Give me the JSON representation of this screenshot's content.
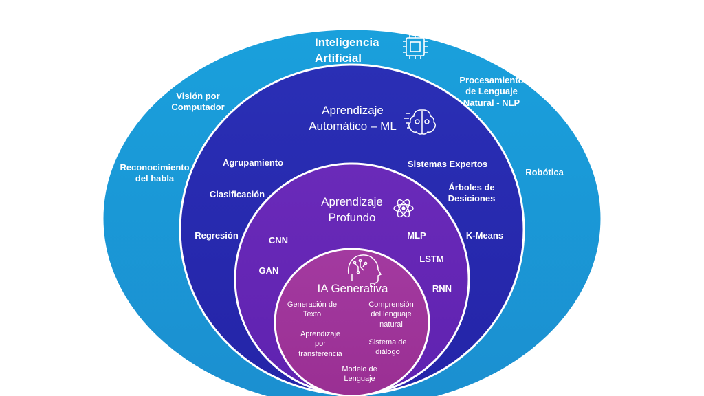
{
  "colors": {
    "outer_ring": "#1f9fd8",
    "ml_ring": "#2a2ab3",
    "dl_ring": "#6a25b8",
    "gen_ring": "#a33198",
    "text": "#ffffff"
  },
  "icons": {
    "ai": "cpu-chip-icon",
    "ml": "brain-gears-icon",
    "dl": "atom-icon",
    "gen": "head-circuit-icon"
  },
  "ai": {
    "title": "Inteligencia\nArtificial",
    "vision": "Visión por\nComputador",
    "speech": "Reconocimiento\ndel habla",
    "nlp": "Procesamiento\nde Lenguaje\nNatural  - NLP",
    "robotics": "Robótica"
  },
  "ml": {
    "title": "Aprendizaje\nAutomático – ML",
    "clustering": "Agrupamiento",
    "classification": "Clasificación",
    "regression": "Regresión",
    "expert_systems": "Sistemas Expertos",
    "decision_trees": "Árboles de\nDesiciones",
    "kmeans": "K-Means"
  },
  "dl": {
    "title": "Aprendizaje\nProfundo",
    "cnn": "CNN",
    "gan": "GAN",
    "mlp": "MLP",
    "lstm": "LSTM",
    "rnn": "RNN"
  },
  "gen": {
    "title": "IA  Generativa",
    "text_gen": "Generación de\nTexto",
    "nlu": "Comprensión\ndel lenguaje\nnatural",
    "transfer": "Aprendizaje\npor\ntransferencia",
    "dialog": "Sistema de\ndiálogo",
    "lm": "Modelo de\nLenguaje"
  }
}
